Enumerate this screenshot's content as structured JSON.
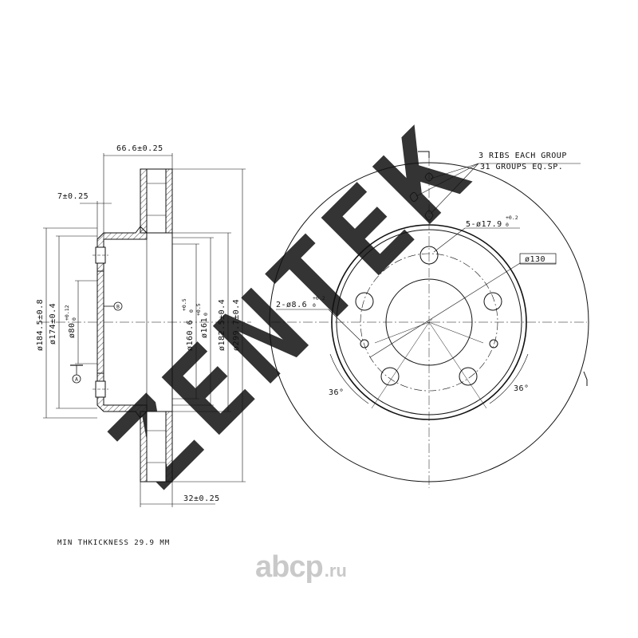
{
  "watermark": {
    "text": "ZENTEK"
  },
  "section_view": {
    "dims": {
      "overall_width": "66.6±0.25",
      "hat_thickness": "7±0.25",
      "disc_thickness": "32±0.25",
      "dia_184": "ø184.5±0.8",
      "dia_174": "ø174±0.4",
      "dia_80": "ø80",
      "dia_80_tol_upper": "+0.12",
      "dia_80_tol_lower": "0",
      "dia_160": "ø160.6",
      "dia_160_tol_upper": "+0.5",
      "dia_160_tol_lower": "0",
      "dia_161": "ø161",
      "dia_161_tol_upper": "+0.5",
      "dia_161_tol_lower": "0",
      "dia_182": "ø182.5±0.4",
      "dia_299": "ø299.7±0.4"
    },
    "datum_b": "B",
    "datum_a": "A"
  },
  "front_view": {
    "ribs_note_line1": "3 RIBS EACH GROUP",
    "ribs_note_line2": "31 GROUPS EQ.SP.",
    "bolt_holes": "5-ø17.9",
    "bolt_holes_tol_upper": "+0.2",
    "bolt_holes_tol_lower": "0",
    "pcd": "ø130",
    "small_holes": "2-ø8.6",
    "small_holes_tol_upper": "+0.2",
    "small_holes_tol_lower": "0",
    "angle_left": "36°",
    "angle_right": "36°"
  },
  "notes": {
    "min_thickness": "MIN THKICKNESS 29.9 MM"
  },
  "brand": {
    "main": "abcp",
    "tld": ".ru"
  }
}
